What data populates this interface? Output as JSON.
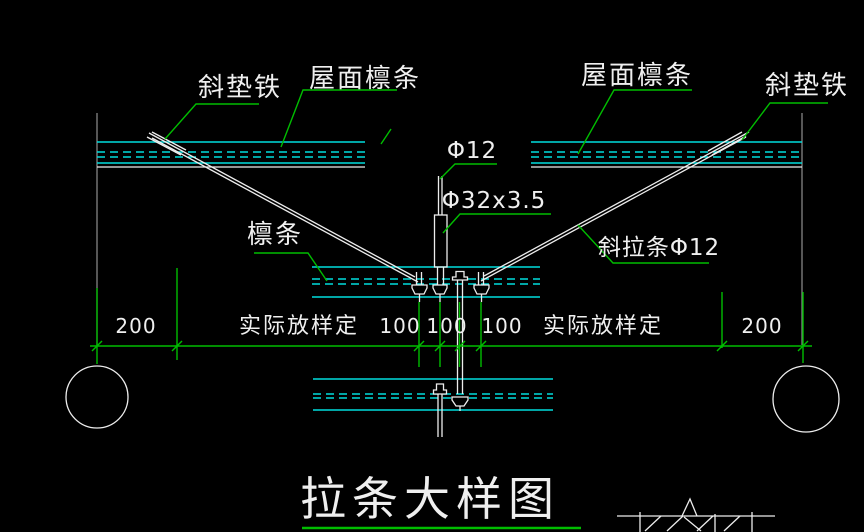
{
  "drawing": {
    "title": "拉条大样图",
    "callouts": {
      "left_wedge": "斜垫铁",
      "left_roof_purlin": "屋面檩条",
      "right_roof_purlin": "屋面檩条",
      "right_wedge": "斜垫铁",
      "rod_dia": "Φ12",
      "tube_spec": "Φ32x3.5",
      "purlin": "檩条",
      "diagonal_tie": "斜拉条Φ12"
    },
    "dimensions": {
      "left_200": "200",
      "left_lofting": "实际放样定",
      "hundred_1": "100",
      "hundred_2": "100",
      "hundred_3": "100",
      "right_lofting": "实际放样定",
      "right_200": "200"
    },
    "colors": {
      "background": "#000000",
      "purlin_cyan": "#00dede",
      "annotation_green": "#00bd00",
      "line_white": "#ededed",
      "boundary_gray": "#8f8f8f"
    }
  }
}
